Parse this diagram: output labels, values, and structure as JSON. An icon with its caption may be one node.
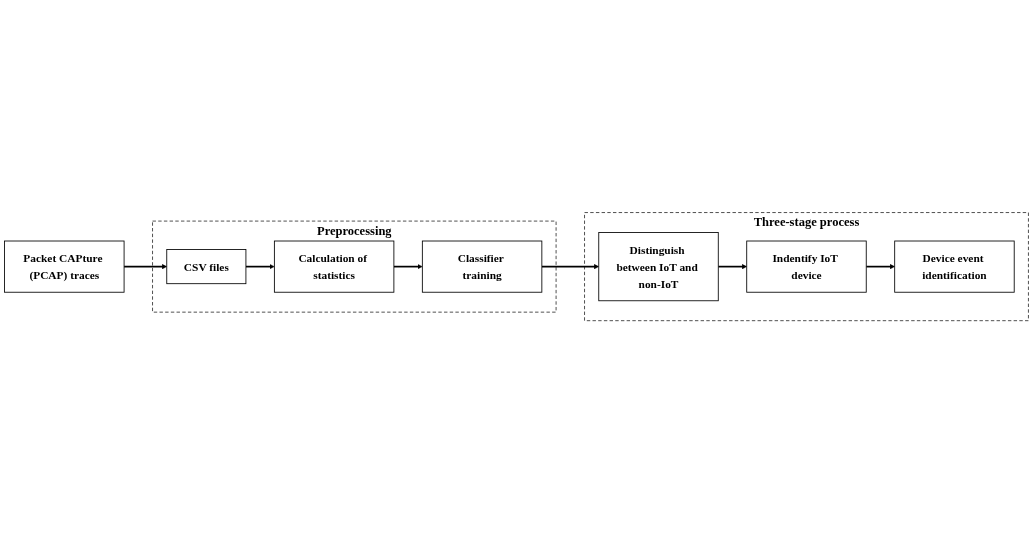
{
  "diagram": {
    "nodes": [
      {
        "text": [
          "Packet CAPture (PCAP) traces"
        ]
      },
      {
        "text": [
          "Preprocessing"
        ]
      },
      {
        "text": [
          "CSV files"
        ],
        "in": 1
      },
      {
        "text": [
          "Calculation of statistics"
        ],
        "in": 1
      },
      {
        "text": [
          "Classifier training"
        ],
        "in": 1
      },
      {
        "text": [
          "Three-stage process"
        ]
      },
      {
        "text": [
          "Distinguish between IoT and non-IoT"
        ],
        "in": 5
      },
      {
        "text": [
          "Indentify IoT device"
        ],
        "in": 5
      },
      {
        "text": [
          "Device event identification"
        ],
        "in": 5
      }
    ],
    "edges": [
      {
        "from": 0,
        "to": 2,
        "arrow": "to"
      },
      {
        "from": 2,
        "to": 3,
        "arrow": "to"
      },
      {
        "from": 3,
        "to": 4,
        "arrow": "to"
      },
      {
        "from": 4,
        "to": 6,
        "arrow": "to"
      },
      {
        "from": 6,
        "to": 7,
        "arrow": "to"
      },
      {
        "from": 7,
        "to": 8,
        "arrow": "to"
      }
    ]
  }
}
